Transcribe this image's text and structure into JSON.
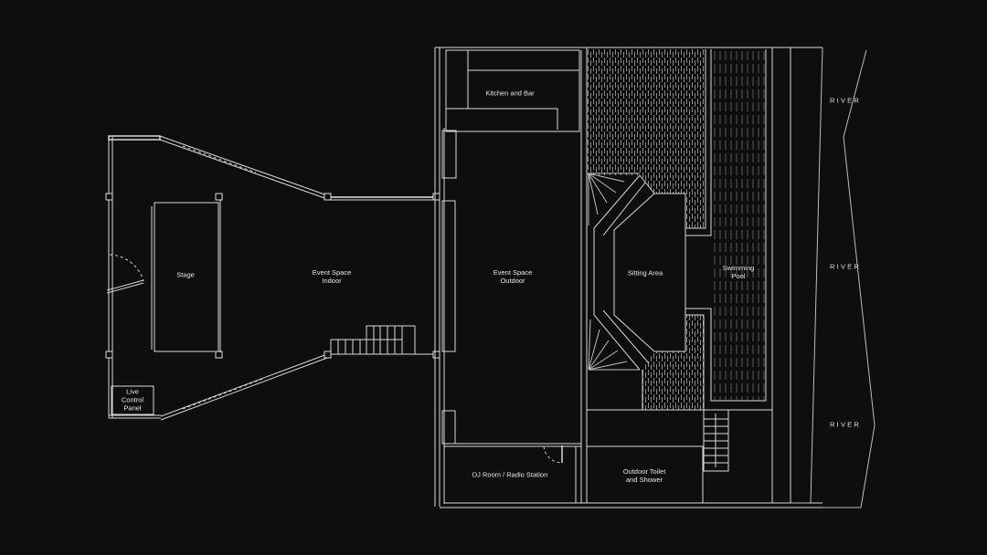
{
  "plan": {
    "background": "#0e0e0e",
    "line_color": "#d9d9d9",
    "rooms": [
      {
        "id": "stage",
        "label": "Stage"
      },
      {
        "id": "event-indoor",
        "label": "Event Space\nIndoor"
      },
      {
        "id": "live-control",
        "label": "Live\nControl\nPanel"
      },
      {
        "id": "kitchen-bar",
        "label": "Kitchen and Bar"
      },
      {
        "id": "event-outdoor",
        "label": "Event Space\nOutdoor"
      },
      {
        "id": "dj-room",
        "label": "DJ Room / Radio Station"
      },
      {
        "id": "sitting-area",
        "label": "Sitting Area"
      },
      {
        "id": "swimming-pool",
        "label": "Swimming\nPool"
      },
      {
        "id": "outdoor-toilet",
        "label": "Outdoor Toilet\nand Shower"
      }
    ],
    "river_labels": [
      "RIVER",
      "RIVER",
      "RIVER"
    ]
  }
}
